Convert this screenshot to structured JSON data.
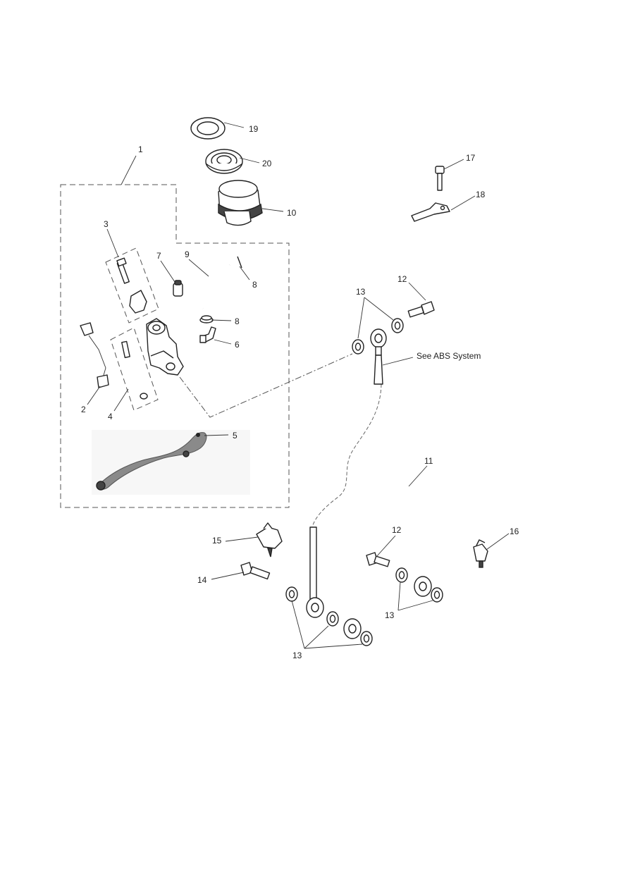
{
  "labels": {
    "l1": "1",
    "l2": "2",
    "l3": "3",
    "l4": "4",
    "l5": "5",
    "l6": "6",
    "l7": "7",
    "l8a": "8",
    "l8b": "8",
    "l9": "9",
    "l10": "10",
    "l11": "11",
    "l12a": "12",
    "l12b": "12",
    "l13a": "13",
    "l13b": "13",
    "l13c": "13",
    "l14": "14",
    "l15": "15",
    "l16": "16",
    "l17": "17",
    "l18": "18",
    "l19": "19",
    "l20": "20"
  },
  "reference_note": "See ABS System"
}
